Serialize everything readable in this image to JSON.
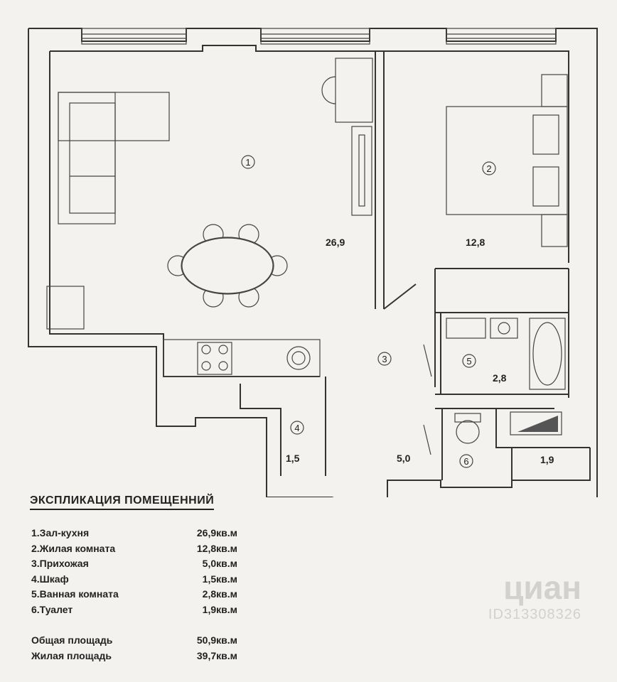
{
  "rooms": [
    {
      "number": "1",
      "area": "26,9"
    },
    {
      "number": "2",
      "area": "12,8"
    },
    {
      "number": "3",
      "area": "5,0"
    },
    {
      "number": "4",
      "area": "1,5"
    },
    {
      "number": "5",
      "area": "2,8"
    },
    {
      "number": "6",
      "area": "1,9"
    }
  ],
  "legend": {
    "title": "ЭКСПЛИКАЦИЯ ПОМЕЩЕННИЙ",
    "items": [
      {
        "name": "1.Зал-кухня",
        "area": "26,9кв.м"
      },
      {
        "name": "2.Жилая комната",
        "area": "12,8кв.м"
      },
      {
        "name": "3.Прихожая",
        "area": "5,0кв.м"
      },
      {
        "name": "4.Шкаф",
        "area": "1,5кв.м"
      },
      {
        "name": "5.Ванная комната",
        "area": "2,8кв.м"
      },
      {
        "name": "6.Туалет",
        "area": "1,9кв.м"
      }
    ],
    "totals": [
      {
        "name": "Общая площадь",
        "area": "50,9кв.м"
      },
      {
        "name": "Жилая площадь",
        "area": "39,7кв.м"
      }
    ]
  },
  "watermark": {
    "brand": "циан",
    "id": "ID313308326"
  }
}
